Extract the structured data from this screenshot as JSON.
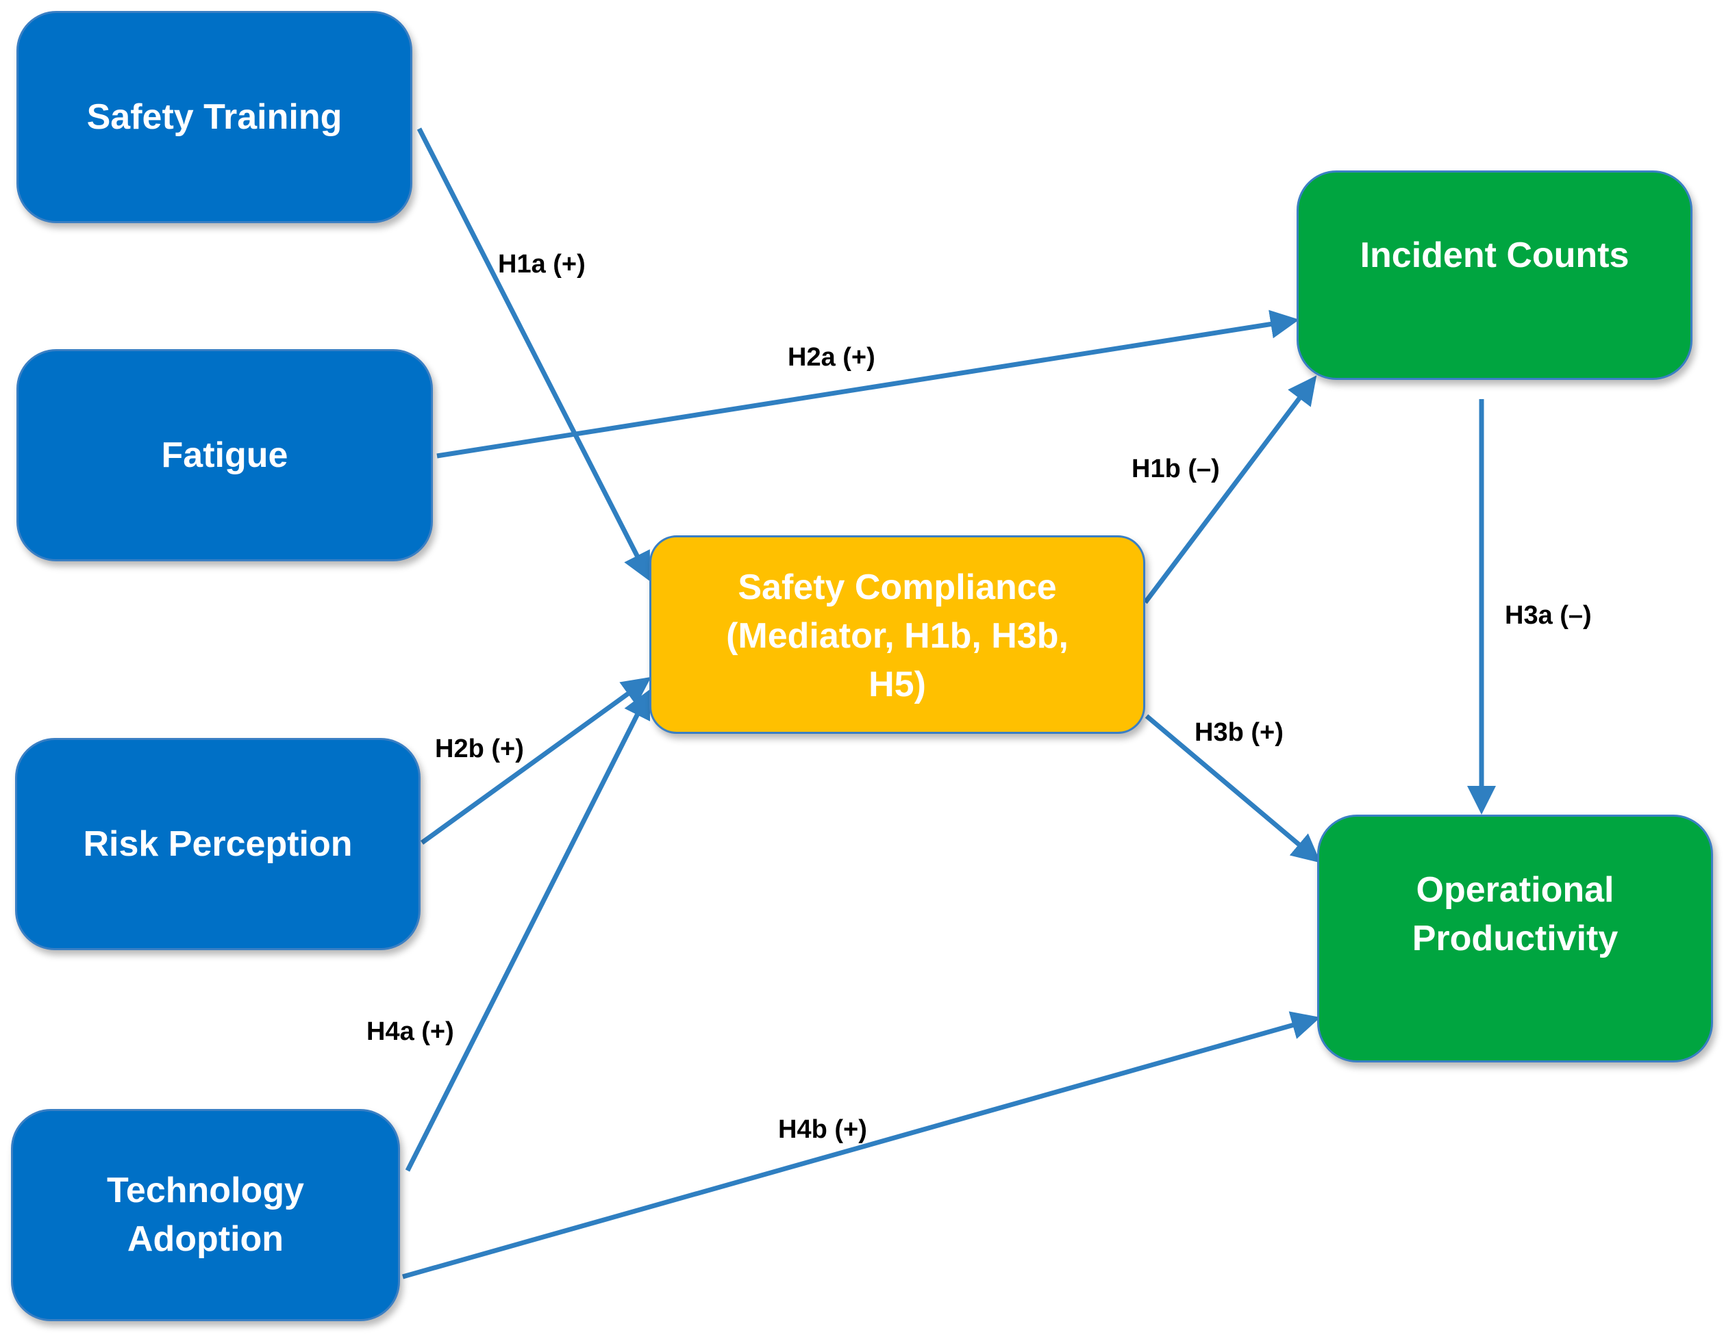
{
  "nodes": {
    "safety_training": "Safety Training",
    "fatigue": "Fatigue",
    "risk_perception": "Risk Perception",
    "technology_adoption": "Technology\nAdoption",
    "safety_compliance": "Safety Compliance\n(Mediator, H1b, H3b,\nH5)",
    "incident_counts": "Incident Counts",
    "operational_productivity": "Operational\nProductivity"
  },
  "edges": {
    "h1a": "H1a (+)",
    "h2a": "H2a (+)",
    "h1b": "H1b (–)",
    "h3a": "H3a (–)",
    "h2b": "H2b (+)",
    "h3b": "H3b (+)",
    "h4a": "H4a (+)",
    "h4b": "H4b (+)"
  },
  "colors": {
    "predictor_box": "#0070c6",
    "mediator_box": "#ffc000",
    "outcome_box": "#00a540",
    "arrow": "#2f7fc1"
  }
}
